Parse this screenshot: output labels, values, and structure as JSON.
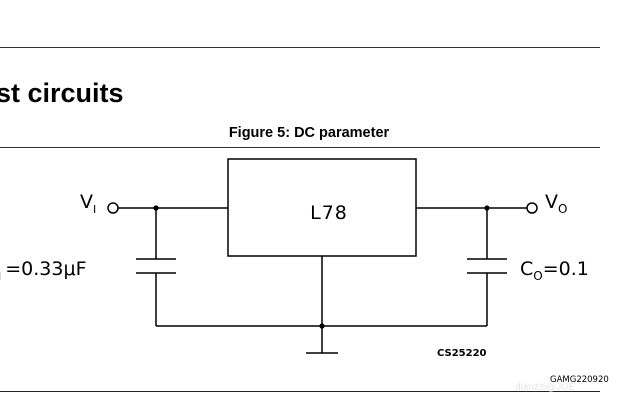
{
  "section_heading": "st circuits",
  "figure_caption": "Figure 5: DC parameter",
  "diagram": {
    "regulator_label": "L78",
    "input_voltage": {
      "main": "V",
      "sub": "I"
    },
    "output_voltage": {
      "main": "V",
      "sub": "O"
    },
    "input_capacitor": {
      "sub": "I",
      "value": "=0.33μF"
    },
    "output_capacitor": {
      "main": "C",
      "sub": "O",
      "value": "=0.1"
    },
    "figure_code": "CS25220",
    "doc_code": "GAMG220920"
  },
  "watermark": "dianziti@JUE"
}
